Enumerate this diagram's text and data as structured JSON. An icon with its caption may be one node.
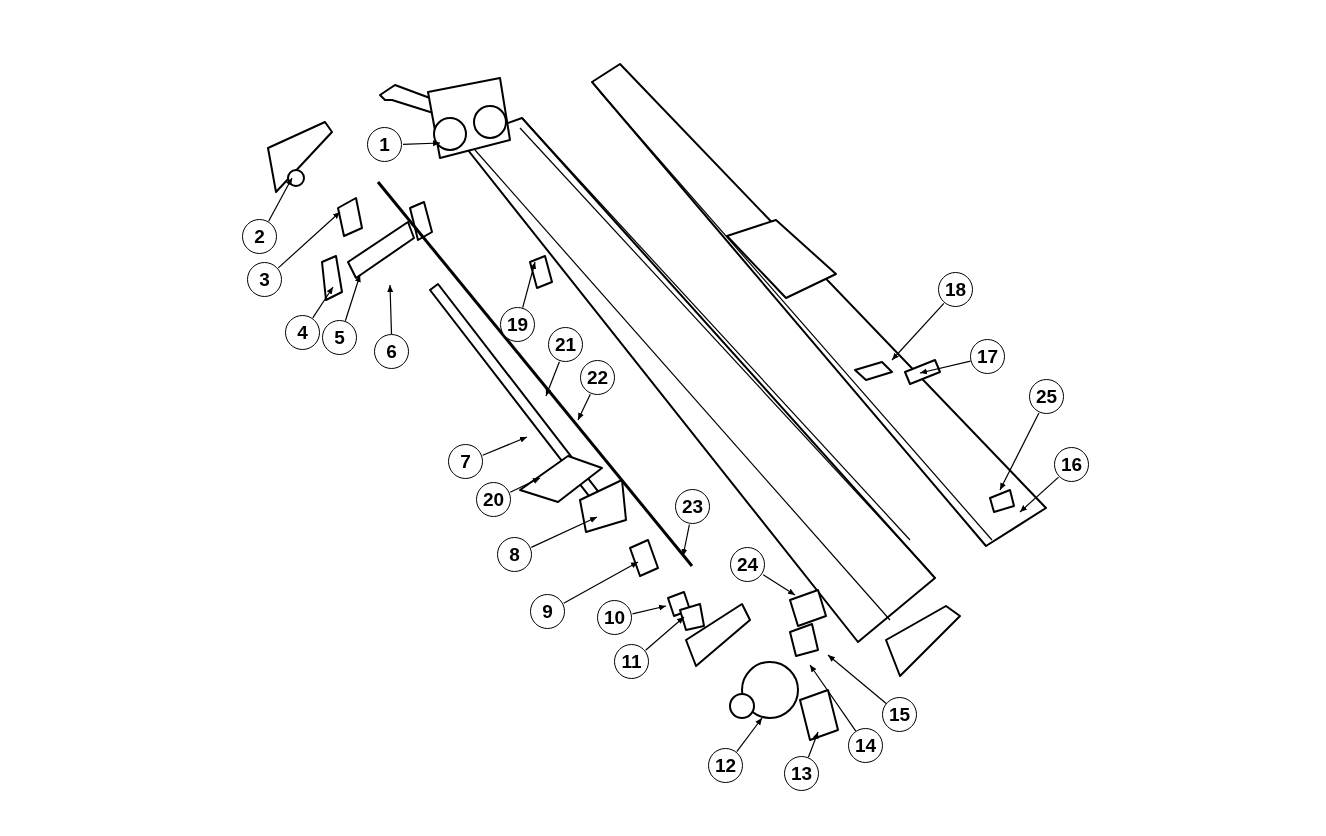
{
  "diagram": {
    "nodes": [
      {
        "text": [
          "1"
        ]
      },
      {
        "text": [
          "2"
        ]
      },
      {
        "text": [
          "3"
        ]
      },
      {
        "text": [
          "4"
        ]
      },
      {
        "text": [
          "5"
        ]
      },
      {
        "text": [
          "6"
        ]
      },
      {
        "text": [
          "7"
        ]
      },
      {
        "text": [
          "8"
        ]
      },
      {
        "text": [
          "9"
        ]
      },
      {
        "text": [
          "10"
        ]
      },
      {
        "text": [
          "11"
        ]
      },
      {
        "text": [
          "12"
        ]
      },
      {
        "text": [
          "13"
        ]
      },
      {
        "text": [
          "14"
        ]
      },
      {
        "text": [
          "15"
        ]
      },
      {
        "text": [
          "16"
        ]
      },
      {
        "text": [
          "17"
        ]
      },
      {
        "text": [
          "18"
        ]
      },
      {
        "text": [
          "19"
        ]
      },
      {
        "text": [
          "20"
        ]
      },
      {
        "text": [
          "21"
        ]
      },
      {
        "text": [
          "22"
        ]
      },
      {
        "text": [
          "23"
        ]
      },
      {
        "text": [
          "24"
        ]
      },
      {
        "text": [
          "25"
        ]
      }
    ],
    "edges": [
      {
        "from": 0,
        "to": null,
        "arrow": "to"
      },
      {
        "from": 1,
        "to": null,
        "arrow": "to"
      },
      {
        "from": 2,
        "to": null,
        "arrow": "to"
      },
      {
        "from": 3,
        "to": null,
        "arrow": "to"
      },
      {
        "from": 4,
        "to": null,
        "arrow": "to"
      },
      {
        "from": 5,
        "to": null,
        "arrow": "to"
      },
      {
        "from": 6,
        "to": null,
        "arrow": "to"
      },
      {
        "from": 7,
        "to": null,
        "arrow": "to"
      },
      {
        "from": 8,
        "to": null,
        "arrow": "to"
      },
      {
        "from": 9,
        "to": null,
        "arrow": "to"
      },
      {
        "from": 10,
        "to": null,
        "arrow": "to"
      },
      {
        "from": 11,
        "to": null,
        "arrow": "to"
      },
      {
        "from": 12,
        "to": null,
        "arrow": "to"
      },
      {
        "from": 13,
        "to": null,
        "arrow": "to"
      },
      {
        "from": 14,
        "to": null,
        "arrow": "to"
      },
      {
        "from": 15,
        "to": null,
        "arrow": "to"
      },
      {
        "from": 16,
        "to": null,
        "arrow": "to"
      },
      {
        "from": 17,
        "to": null,
        "arrow": "to"
      },
      {
        "from": 18,
        "to": null,
        "arrow": "to"
      },
      {
        "from": 19,
        "to": null,
        "arrow": "to"
      },
      {
        "from": 20,
        "to": null,
        "arrow": "to"
      },
      {
        "from": 21,
        "to": null,
        "arrow": "to"
      },
      {
        "from": 22,
        "to": null,
        "arrow": "to"
      },
      {
        "from": 23,
        "to": null,
        "arrow": "to"
      },
      {
        "from": 24,
        "to": null,
        "arrow": "to"
      }
    ]
  }
}
